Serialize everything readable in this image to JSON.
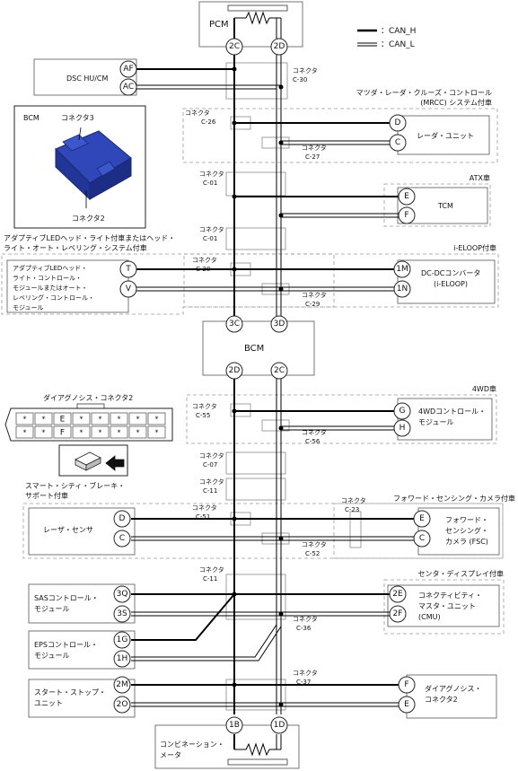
{
  "legend": {
    "can_h": "：CAN_H",
    "can_l": "：CAN_L"
  },
  "modules": {
    "pcm": "PCM",
    "dsc": "DSC HU/CM",
    "radar_unit": "レーダ・ユニット",
    "tcm": "TCM",
    "headlight_module": [
      "アダプティブLEDヘッド・",
      "ライト・コントロール・",
      "モジュールまたはオート・",
      "レベリング・コントロール・",
      "モジュール"
    ],
    "dcdc": [
      "DC-DCコンバータ",
      "(i-ELOOP)"
    ],
    "bcm_center": "BCM",
    "fourwd_module": [
      "4WDコントロール・",
      "モジュール"
    ],
    "laser_sensor": "レーザ・センサ",
    "fsc": [
      "フォワード・",
      "センシング・",
      "カメラ (FSC)"
    ],
    "sas": [
      "SASコントロール・",
      "モジュール"
    ],
    "cmu": [
      "コネクティビティ・",
      "マスタ・ユニット",
      "(CMU)"
    ],
    "eps": [
      "EPSコントロール・",
      "モジュール"
    ],
    "start_stop": [
      "スタート・ストップ・",
      "ユニット"
    ],
    "diag_conn2": [
      "ダイアグノシス・",
      "コネクタ2"
    ],
    "combination_meter": [
      "コンビネーション・",
      "メータ"
    ]
  },
  "options": {
    "mrcc": [
      "マツダ・レーダ・クルーズ・コントロール",
      "(MRCC) システム付車"
    ],
    "atx": "ATX車",
    "headlight": [
      "アダプティブLEDヘッド・ライト付車またはヘッド・",
      "ライト・オート・レベリング・システム付車"
    ],
    "ieloop": "i-ELOOP付車",
    "fourwd": "4WD車",
    "scbs": [
      "スマート・シティ・ブレーキ・",
      "サポート付車"
    ],
    "fsc": "フォワード・センシング・カメラ付車",
    "center_display": "センタ・ディスプレイ付車"
  },
  "connectors": {
    "c30": [
      "コネクタ",
      "C-30"
    ],
    "c26": [
      "コネクタ",
      "C-26"
    ],
    "c27": [
      "コネクタ",
      "C-27"
    ],
    "c01a": [
      "コネクタ",
      "C-01"
    ],
    "c01b": [
      "コネクタ",
      "C-01"
    ],
    "c28": [
      "コネクタ",
      "C-28"
    ],
    "c29": [
      "コネクタ",
      "C-29"
    ],
    "c55": [
      "コネクタ",
      "C-55"
    ],
    "c56": [
      "コネクタ",
      "C-56"
    ],
    "c07": [
      "コネクタ",
      "C-07"
    ],
    "c11a": [
      "コネクタ",
      "C-11"
    ],
    "c51": [
      "コネクタ",
      "C-51"
    ],
    "c23": [
      "コネクタ",
      "C-23"
    ],
    "c52": [
      "コネクタ",
      "C-52"
    ],
    "c11b": [
      "コネクタ",
      "C-11"
    ],
    "c36": [
      "コネクタ",
      "C-36"
    ],
    "c37": [
      "コネクタ",
      "C-37"
    ]
  },
  "pins": {
    "pcm_h": "2C",
    "pcm_l": "2D",
    "dsc_h": "AF",
    "dsc_l": "AC",
    "radar_h": "D",
    "radar_l": "C",
    "tcm_h": "E",
    "tcm_l": "F",
    "hl_h": "T",
    "hl_l": "V",
    "dcdc_h": "1M",
    "dcdc_l": "1N",
    "bcm_top_h": "3C",
    "bcm_top_l": "3D",
    "bcm_bot_h": "2D",
    "bcm_bot_l": "2C",
    "fwd_h": "G",
    "fwd_l": "H",
    "laser_h": "D",
    "laser_l": "C",
    "fsc_h": "E",
    "fsc_l": "C",
    "sas_h": "3Q",
    "sas_l": "3S",
    "cmu_h": "2E",
    "cmu_l": "2F",
    "eps_h": "1G",
    "eps_l": "1H",
    "ss_h": "2M",
    "ss_l": "2O",
    "dc2_h": "F",
    "dc2_l": "E",
    "meter_h": "1B",
    "meter_l": "1D"
  },
  "bcm_inset": {
    "title": "BCM",
    "connector3": "コネクタ3",
    "connector2": "コネクタ2"
  },
  "diag_connector": {
    "title": "ダイアグノシス・コネクタ2",
    "row1": [
      "*",
      "*",
      "E",
      "*",
      "*",
      "*",
      "*",
      "*"
    ],
    "row2": [
      "*",
      "*",
      "F",
      "*",
      "*",
      "*",
      "*",
      "*"
    ]
  }
}
